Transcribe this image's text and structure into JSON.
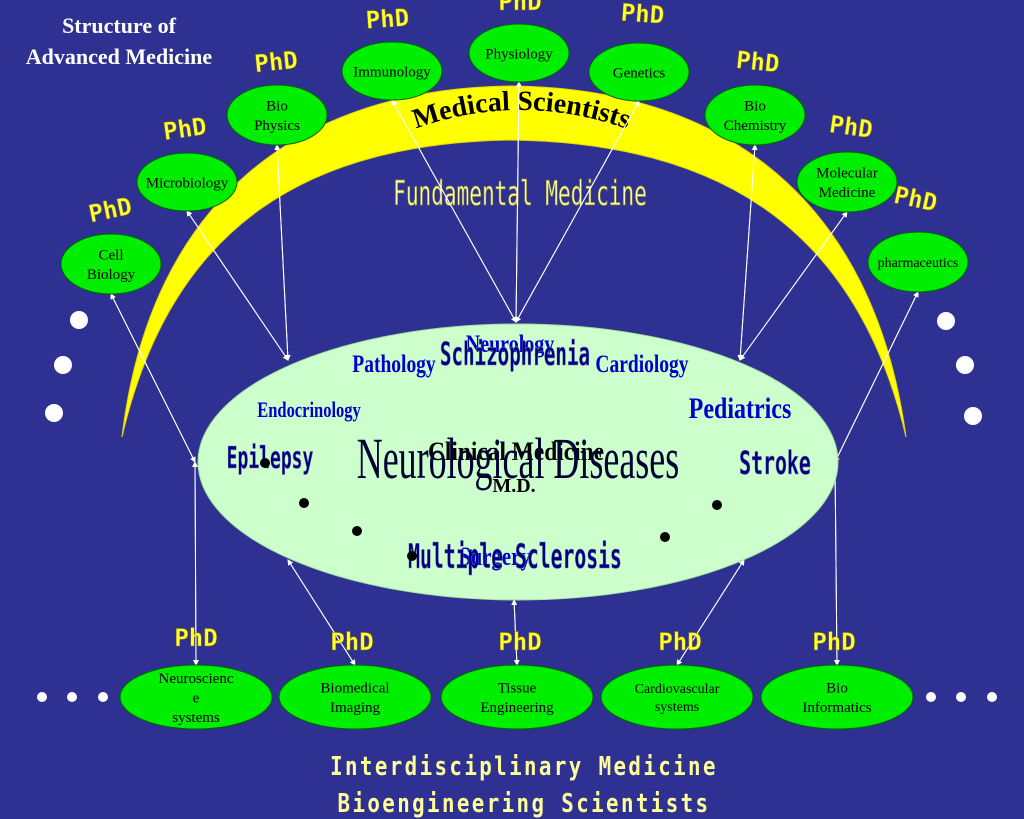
{
  "title": {
    "line1": "Structure of",
    "line2": "Advanced Medicine"
  },
  "arc_label": "Medical Scientists",
  "fundamental_label": "Fundamental Medicine",
  "phd_label": "PhD",
  "top_nodes": [
    {
      "id": "cell-biology",
      "lines": [
        "Cell",
        "Biology"
      ]
    },
    {
      "id": "microbiology",
      "lines": [
        "Microbiology"
      ]
    },
    {
      "id": "bio-physics",
      "lines": [
        "Bio",
        "Physics"
      ]
    },
    {
      "id": "immunology",
      "lines": [
        "Immunology"
      ]
    },
    {
      "id": "physiology",
      "lines": [
        "Physiology"
      ]
    },
    {
      "id": "genetics",
      "lines": [
        "Genetics"
      ]
    },
    {
      "id": "bio-chemistry",
      "lines": [
        "Bio",
        "Chemistry"
      ]
    },
    {
      "id": "molecular-medicine",
      "lines": [
        "Molecular",
        "Medicine"
      ]
    },
    {
      "id": "pharmaceutics",
      "lines": [
        "pharmaceutics"
      ]
    }
  ],
  "bottom_nodes": [
    {
      "id": "neuroscience-systems",
      "lines": [
        "Neuroscienc",
        "e",
        "systems"
      ]
    },
    {
      "id": "biomedical-imaging",
      "lines": [
        "Biomedical",
        "Imaging"
      ]
    },
    {
      "id": "tissue-engineering",
      "lines": [
        "Tissue",
        "Engineering"
      ]
    },
    {
      "id": "cardiovascular-systems",
      "lines": [
        "Cardiovascular",
        "systems"
      ]
    },
    {
      "id": "bio-informatics",
      "lines": [
        "Bio",
        "Informatics"
      ]
    }
  ],
  "center": {
    "specialties": [
      "Neurology",
      "Pathology",
      "Cardiology",
      "Endocrinology",
      "Pediatrics",
      "Surgery"
    ],
    "diseases": [
      "Schizophrenia",
      "Epilepsy",
      "Stroke",
      "Multiple Sclerosis"
    ],
    "main": "Neurological Diseases",
    "clinical": "Clinical Medicine",
    "md": "M.D."
  },
  "bottom_labels": {
    "line1": "Interdisciplinary Medicine",
    "line2": "Bioengineering Scientists"
  },
  "colors": {
    "background": "#2e3192",
    "node": "#00ee00",
    "arc": "#ffff00",
    "phd": "#ffff33",
    "ellipse": "#ccffcc",
    "specialty": "#0000cc",
    "disease": "#000080",
    "label": "#ffff99"
  }
}
